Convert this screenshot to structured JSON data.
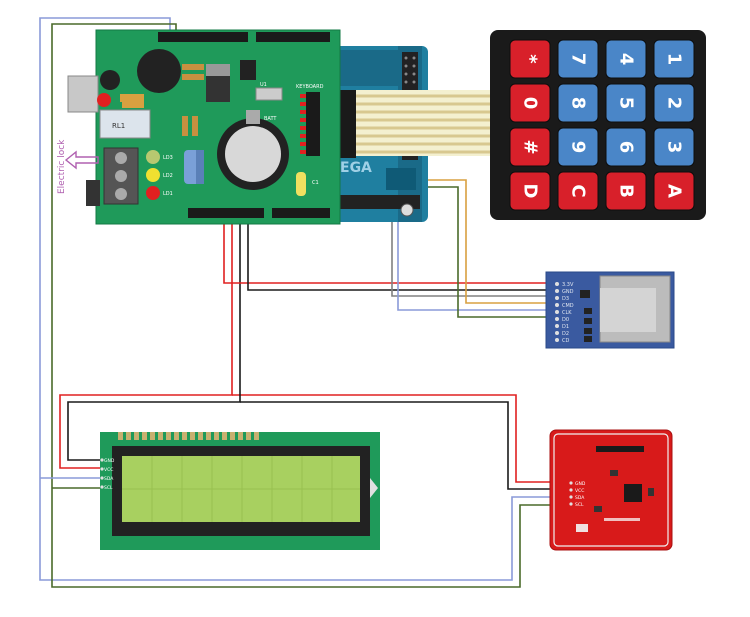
{
  "shield": {
    "header_label": "KEYBOARD",
    "battery_label": "BATT",
    "led_labels": [
      "LD3",
      "LD2",
      "LD1"
    ],
    "relay_label": "RL1",
    "capacitor_label": "C1",
    "crystal_label": "U1"
  },
  "mega_label": "EGA",
  "electric_lock_label": "Electric lock",
  "keypad": {
    "rows": [
      [
        "*",
        "7",
        "4",
        "1"
      ],
      [
        "0",
        "8",
        "5",
        "2"
      ],
      [
        "#",
        "9",
        "6",
        "3"
      ],
      [
        "D",
        "C",
        "B",
        "A"
      ]
    ]
  },
  "sd_module": {
    "pin_labels": [
      "3.3V",
      "GND",
      "D3",
      "CMD",
      "CLK",
      "D0",
      "D1",
      "D2",
      "CD"
    ]
  },
  "lcd": {
    "pin_labels": [
      "GND",
      "VCC",
      "SDA",
      "SCL"
    ]
  },
  "nfc": {
    "pin_labels": [
      "GND",
      "VCC",
      "SDA",
      "SCL"
    ]
  },
  "colors": {
    "wire_red": "#e02020",
    "wire_black": "#1a1a1a",
    "wire_blue": "#8a9ad8",
    "wire_green": "#4a6a2a",
    "wire_orange": "#d8a040",
    "wire_gray": "#808080",
    "shield_green": "#1f9a5a",
    "mega_teal": "#1f7fa0",
    "key_red": "#d8202a",
    "key_blue": "#4a86c8",
    "lcd_screen": "#a8d060",
    "lock_arrow": "#b060b0"
  }
}
